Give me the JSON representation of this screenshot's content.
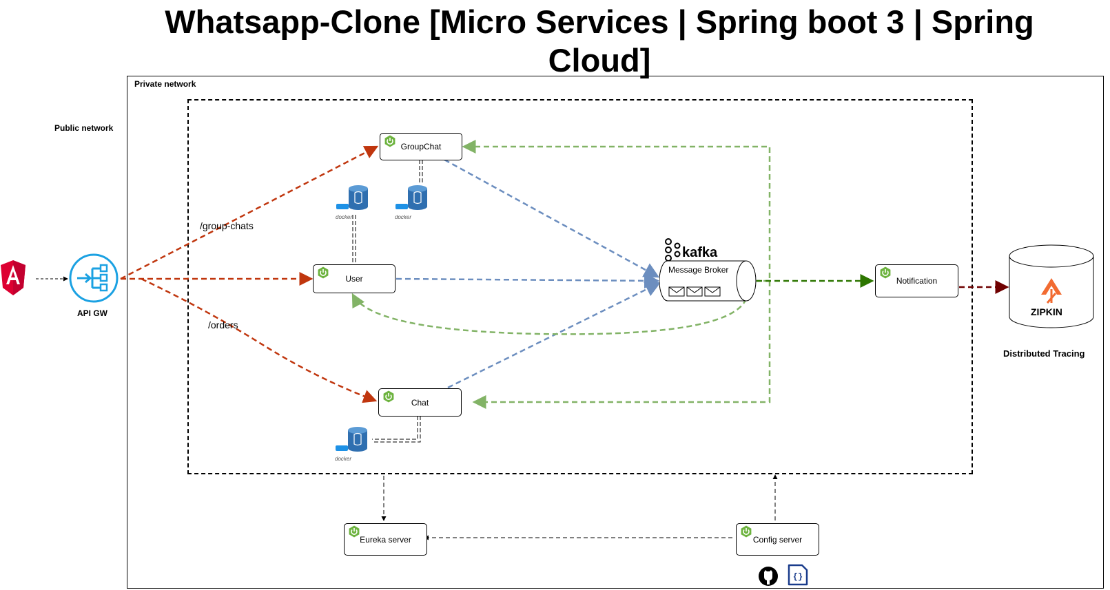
{
  "title": "Whatsapp-Clone [Micro Services | Spring boot 3 | Spring Cloud]",
  "networks": {
    "private": "Private network",
    "public": "Public network"
  },
  "gateway": {
    "label": "API GW"
  },
  "routes": {
    "group_chats": "/group-chats",
    "orders": "/orders"
  },
  "services": {
    "groupchat": "GroupChat",
    "user": "User",
    "chat": "Chat",
    "notification": "Notification",
    "eureka": "Eureka server",
    "config": "Config server"
  },
  "broker": {
    "brand": "kafka",
    "label": "Message Broker"
  },
  "tracing": {
    "brand": "ZIPKIN",
    "label": "Distributed Tracing"
  },
  "db_badge": "docker",
  "colors": {
    "route": "#c0360e",
    "kafka_in": "#6c8ebf",
    "kafka_out": "#82b366",
    "notify": "#2d7600",
    "tracing": "#6f0000",
    "spring": "#6db33f",
    "gateway": "#1ba1e2",
    "angular": "#dd0031",
    "zipkin": "#f26b31",
    "config_icon": "#1a3c8c"
  },
  "icons": [
    "angular-icon",
    "api-gateway-icon",
    "spring-boot-icon",
    "postgres-docker-icon",
    "kafka-icon",
    "envelope-icon",
    "zipkin-icon",
    "github-icon",
    "json-file-icon"
  ]
}
